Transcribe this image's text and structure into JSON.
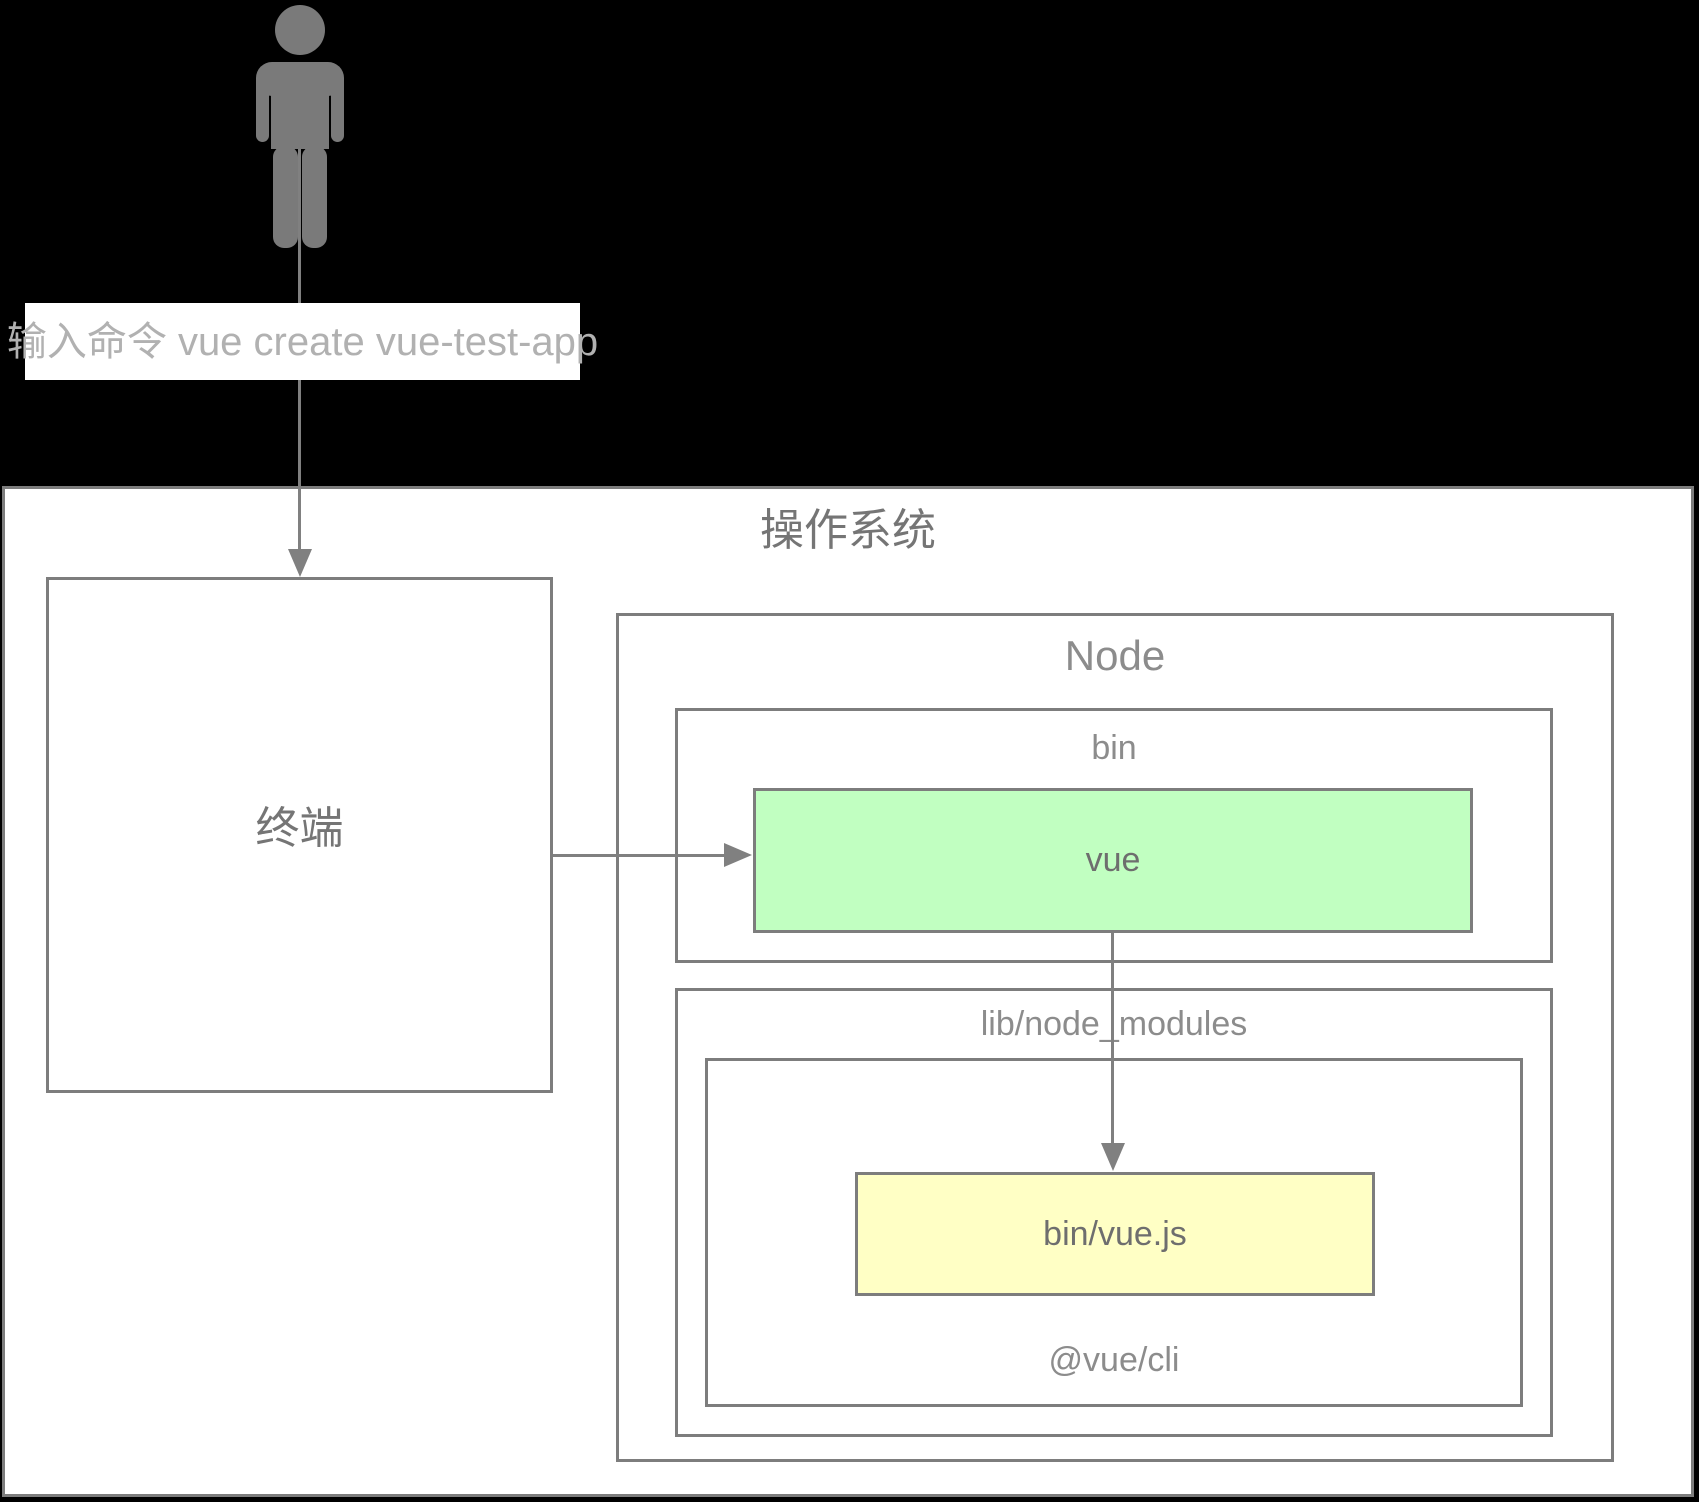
{
  "annotation": {
    "command_label": "输入命令 vue create vue-test-app"
  },
  "os": {
    "title": "操作系统"
  },
  "terminal": {
    "label": "终端"
  },
  "node": {
    "title": "Node",
    "bin": {
      "title": "bin",
      "vue_label": "vue"
    },
    "lib": {
      "title": "lib/node_modules",
      "package": {
        "name": "@vue/cli",
        "file_label": "bin/vue.js"
      }
    }
  },
  "icons": {
    "person_icon": "person-silhouette"
  },
  "colors": {
    "background": "#000000",
    "panel_bg": "#ffffff",
    "border_gray": "#7d7d7d",
    "arrow_gray": "#808080",
    "person_gray": "#7a7a7a",
    "command_text": "#b1b1b1",
    "cjk_label_text": "#757575",
    "node_label_text": "#8c8c8c",
    "box_inner_text": "#6e6e6e",
    "vue_box_fill": "#c1ffc1",
    "vuejs_box_fill": "#ffffc5"
  }
}
